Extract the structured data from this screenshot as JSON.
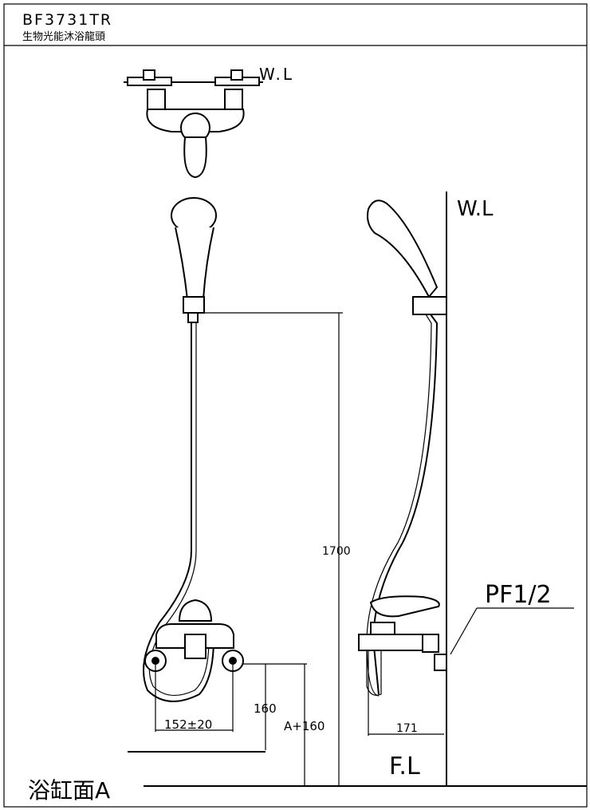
{
  "header": {
    "model": "BF3731TR",
    "product_name": "生物光能沐浴龍頭"
  },
  "labels": {
    "wall_line_top": "W.L",
    "wall_line_side": "W.L",
    "floor_line": "F.L",
    "pipe_thread": "PF1/2",
    "bathtub_surface": "浴缸面A"
  },
  "dimensions": {
    "height_bracket": "1700",
    "faucet_height": "160",
    "faucet_height_total": "A+160",
    "inlet_spacing": "152±20",
    "projection": "171"
  }
}
